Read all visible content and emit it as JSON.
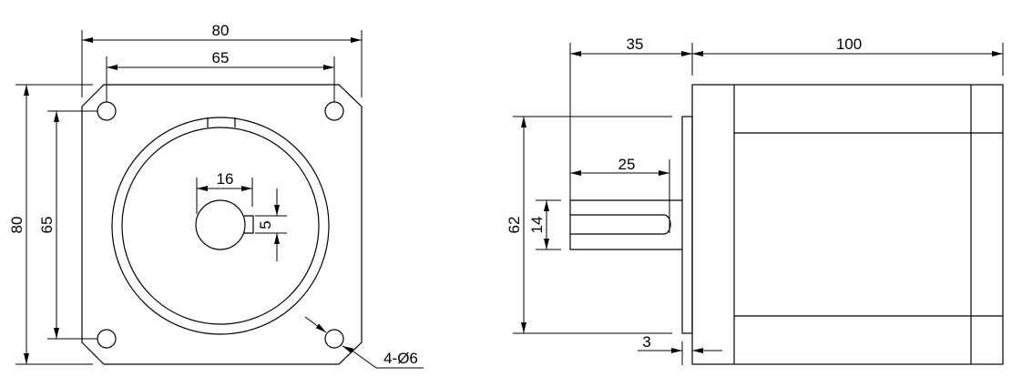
{
  "drawing": {
    "front_view": {
      "overall_width": "80",
      "hole_spacing_horizontal": "65",
      "overall_height": "80",
      "hole_spacing_vertical": "65",
      "shaft_diameter": "16",
      "key_width": "5",
      "mounting_holes": "4-Ø6"
    },
    "side_view": {
      "shaft_length": "35",
      "body_length": "100",
      "key_length": "25",
      "pilot_diameter": "62",
      "shaft_height": "14",
      "pilot_depth": "3"
    }
  },
  "colors": {
    "line": "#000000",
    "background": "#ffffff"
  }
}
